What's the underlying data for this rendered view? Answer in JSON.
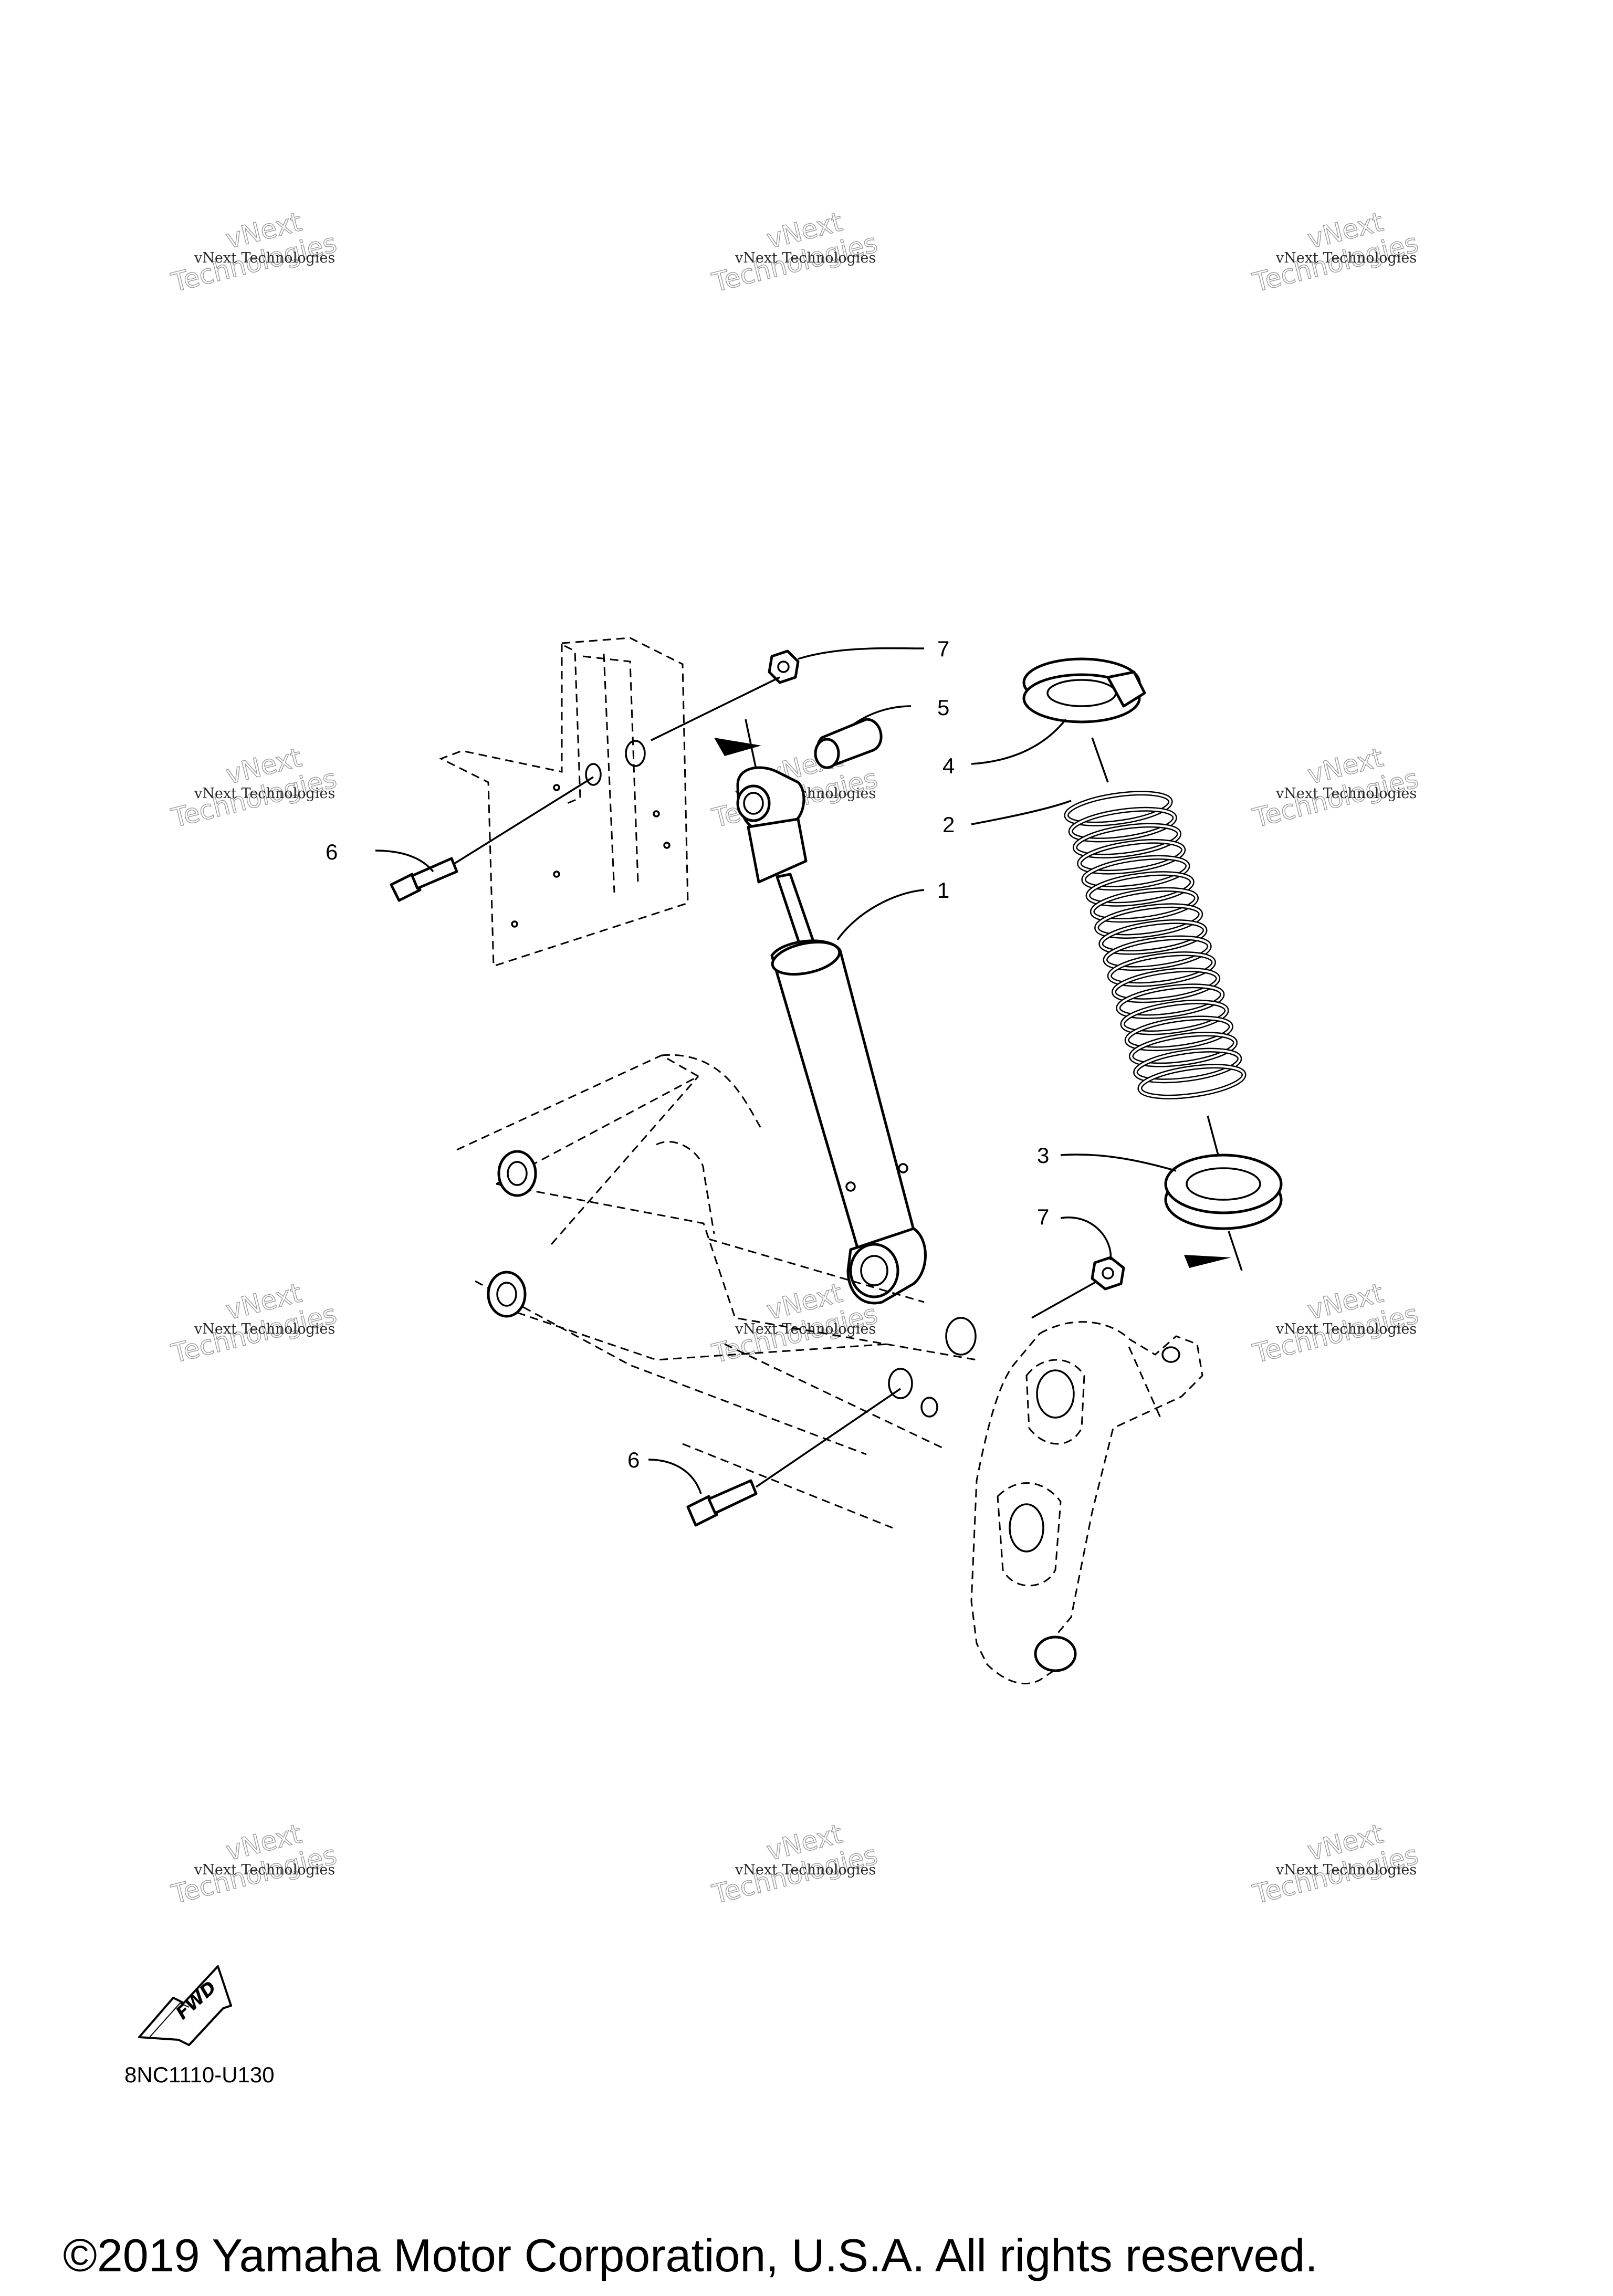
{
  "diagram": {
    "callouts": [
      {
        "id": "callout-7-top",
        "label": "7"
      },
      {
        "id": "callout-5",
        "label": "5"
      },
      {
        "id": "callout-4",
        "label": "4"
      },
      {
        "id": "callout-2",
        "label": "2"
      },
      {
        "id": "callout-1",
        "label": "1"
      },
      {
        "id": "callout-6-top",
        "label": "6"
      },
      {
        "id": "callout-3",
        "label": "3"
      },
      {
        "id": "callout-7-bottom",
        "label": "7"
      },
      {
        "id": "callout-6-bottom",
        "label": "6"
      }
    ],
    "fwd_label": "FWD",
    "diagram_code": "8NC1110-U130"
  },
  "watermark": {
    "line1": "vNext Technologies",
    "line2": "vNext",
    "line3": "Technologies"
  },
  "footer": {
    "copyright": "©2019 Yamaha Motor Corporation, U.S.A. All rights reserved."
  }
}
